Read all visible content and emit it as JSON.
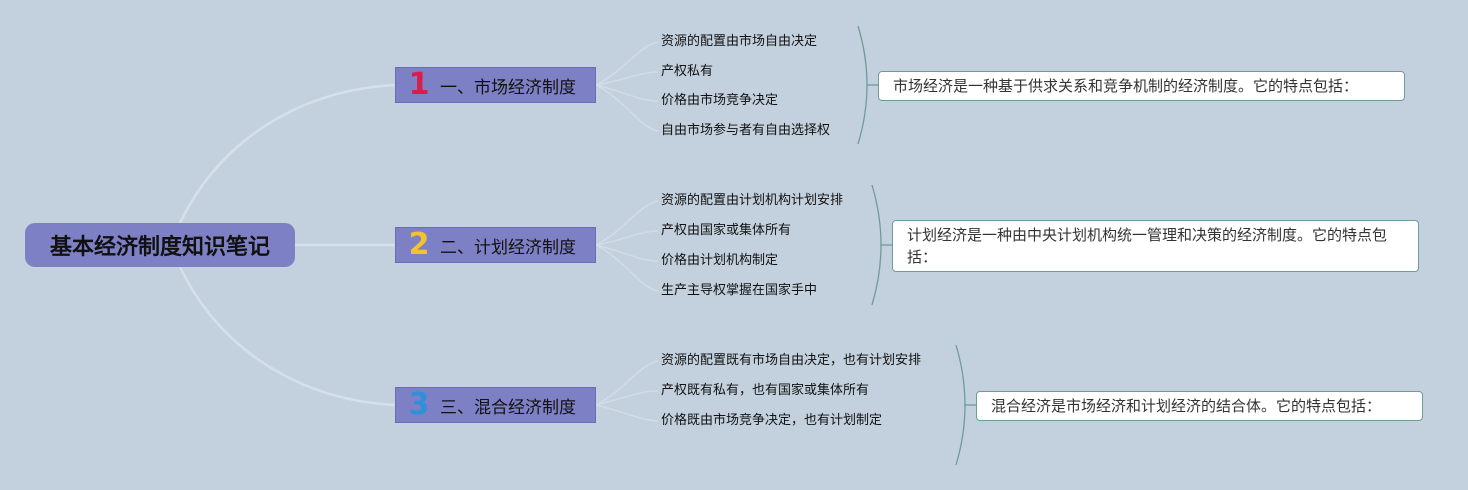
{
  "root": {
    "title": "基本经济制度知识笔记"
  },
  "branches": [
    {
      "number": "1",
      "number_color": "#d81e4a",
      "title": "一、市场经济制度",
      "items": [
        "资源的配置由市场自由决定",
        "产权私有",
        "价格由市场竞争决定",
        "自由市场参与者有自由选择权"
      ],
      "summary": "市场经济是一种基于供求关系和竞争机制的经济制度。它的特点包括："
    },
    {
      "number": "2",
      "number_color": "#f2c230",
      "title": "二、计划经济制度",
      "items": [
        "资源的配置由计划机构计划安排",
        "产权由国家或集体所有",
        "价格由计划机构制定",
        "生产主导权掌握在国家手中"
      ],
      "summary": "计划经济是一种由中央计划机构统一管理和决策的经济制度。它的特点包括："
    },
    {
      "number": "3",
      "number_color": "#2f8fd8",
      "title": "三、混合经济制度",
      "items": [
        "资源的配置既有市场自由决定，也有计划安排",
        "产权既有私有，也有国家或集体所有",
        "价格既由市场竞争决定，也有计划制定"
      ],
      "summary": "混合经济是市场经济和计划经济的结合体。它的特点包括："
    }
  ],
  "colors": {
    "background": "#c3d1de",
    "node_fill": "#7d80c4",
    "bracket_stroke": "#6f9c96",
    "summary_border": "#6f9c96"
  }
}
